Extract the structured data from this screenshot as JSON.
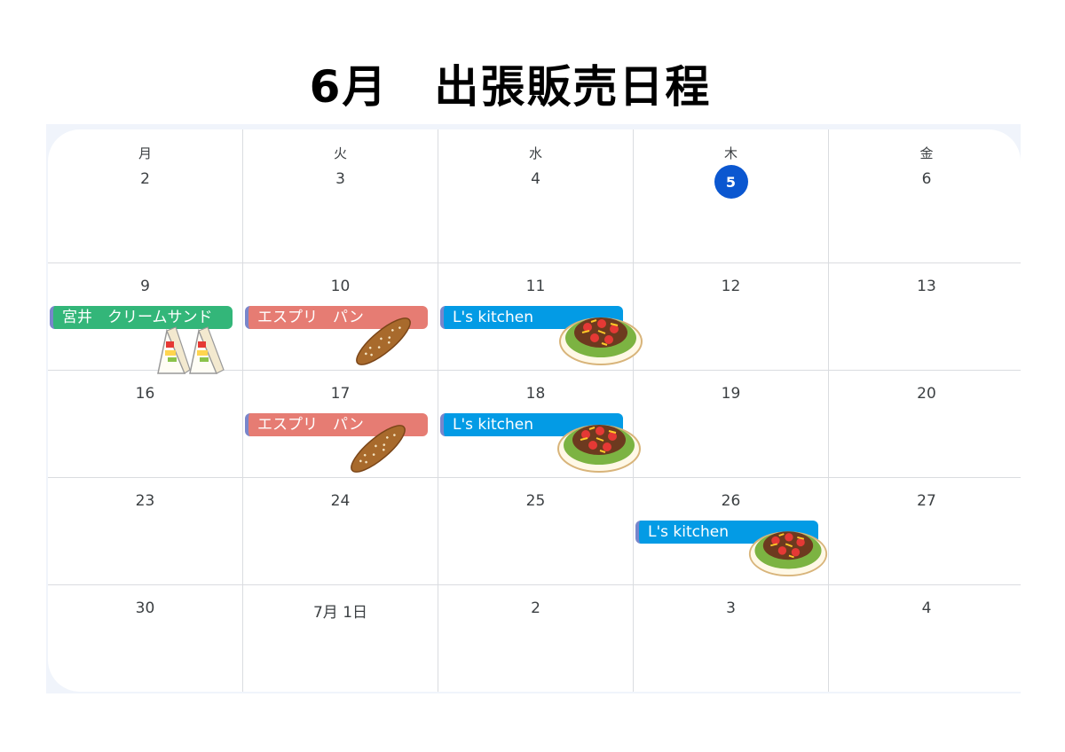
{
  "title": "6月　出張販売日程",
  "weekdays": [
    "月",
    "火",
    "水",
    "木",
    "金"
  ],
  "weeks": [
    [
      "2",
      "3",
      "4",
      "5",
      "6"
    ],
    [
      "9",
      "10",
      "11",
      "12",
      "13"
    ],
    [
      "16",
      "17",
      "18",
      "19",
      "20"
    ],
    [
      "23",
      "24",
      "25",
      "26",
      "27"
    ],
    [
      "30",
      "7月 1日",
      "2",
      "3",
      "4"
    ]
  ],
  "today": "5",
  "events": {
    "miyai_cream_sand": "宮井　クリームサンド",
    "espri_pan": "エスプリ　パン",
    "ls_kitchen": "L's kitchen"
  },
  "colors": {
    "today": "#0b57d0",
    "green_event": "#33b679",
    "red_event": "#e67c73",
    "blue_event": "#039be5"
  },
  "icons": [
    "sandwich-icon",
    "bread-icon",
    "taco-rice-icon"
  ]
}
